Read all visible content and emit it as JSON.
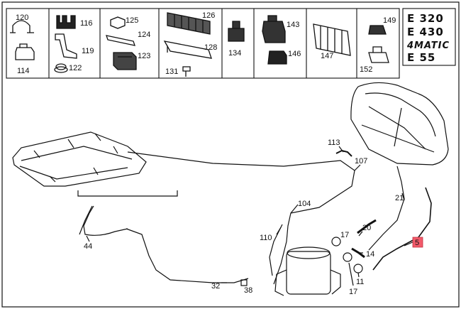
{
  "parts_grid": [
    {
      "id": "120"
    },
    {
      "id": "114"
    },
    {
      "id": "116"
    },
    {
      "id": "119"
    },
    {
      "id": "122"
    },
    {
      "id": "125"
    },
    {
      "id": "124"
    },
    {
      "id": "123"
    },
    {
      "id": "126"
    },
    {
      "id": "128"
    },
    {
      "id": "131"
    },
    {
      "id": "134"
    },
    {
      "id": "143"
    },
    {
      "id": "146"
    },
    {
      "id": "147"
    },
    {
      "id": "149"
    },
    {
      "id": "152"
    }
  ],
  "models": [
    "E 320",
    "E 430",
    "4MATIC",
    "E 55"
  ],
  "callouts": {
    "c113": "113",
    "c107": "107",
    "c21": "21",
    "c104": "104",
    "c20": "20",
    "c17a": "17",
    "c110": "110",
    "c14": "14",
    "c5": "5",
    "c44": "44",
    "c32": "32",
    "c38": "38",
    "c17b": "17",
    "c11": "11"
  },
  "highlight": {
    "part": "5",
    "color": "#f25a6a"
  }
}
